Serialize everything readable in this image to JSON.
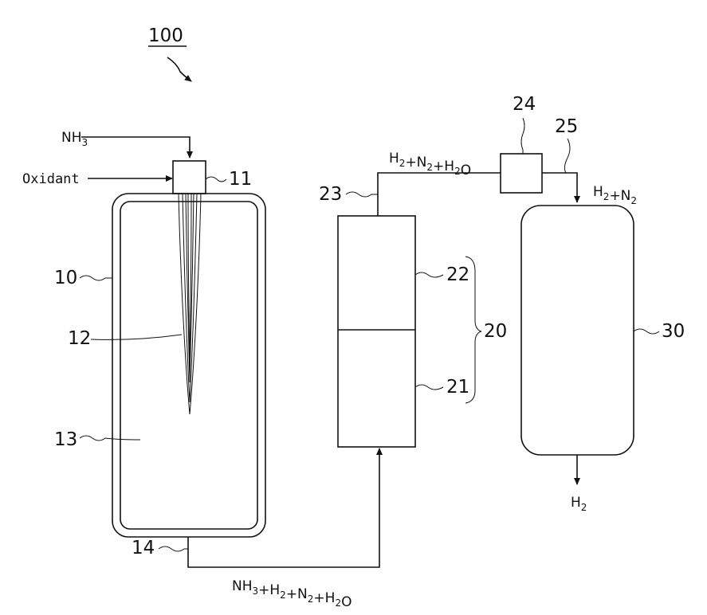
{
  "figure": {
    "system_label": "100",
    "reactor_label": "10",
    "burner_label": "11",
    "flame_label": "12",
    "chamber_label": "13",
    "outlet_label": "14",
    "separator_label": "20",
    "separator_lower_label": "21",
    "separator_upper_label": "22",
    "separator_outlet_label": "23",
    "valve_label": "24",
    "line_label": "25",
    "tank_label": "30"
  },
  "streams": {
    "ammonia_in": {
      "main": "NH",
      "sub": "3"
    },
    "oxidant_in": "Oxidant",
    "reactor_out": [
      {
        "main": "NH",
        "sub": "3"
      },
      {
        "main": "+H",
        "sub": "2"
      },
      {
        "main": "+N",
        "sub": "2"
      },
      {
        "main": "+H",
        "sub": "2"
      },
      {
        "main": "O",
        "sub": ""
      }
    ],
    "separator_out": [
      {
        "main": "H",
        "sub": "2"
      },
      {
        "main": "+N",
        "sub": "2"
      },
      {
        "main": "+H",
        "sub": "2"
      },
      {
        "main": "O",
        "sub": ""
      }
    ],
    "tank_in": [
      {
        "main": "H",
        "sub": "2"
      },
      {
        "main": "+N",
        "sub": "2"
      }
    ],
    "tank_out": [
      {
        "main": "H",
        "sub": "2"
      }
    ]
  }
}
